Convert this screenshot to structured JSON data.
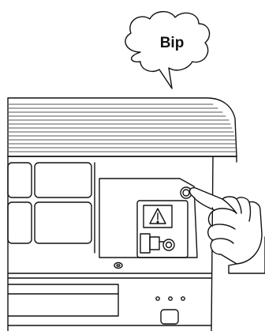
{
  "speech_bubble": {
    "text": "Bip"
  },
  "icons": {
    "warning": "warning-triangle-icon",
    "hand": "pointing-hand-icon",
    "indicator_lights": [
      "indicator-light",
      "indicator-light",
      "indicator-light"
    ]
  },
  "colors": {
    "line": "#111111",
    "background": "#ffffff",
    "grille": "#555555"
  }
}
